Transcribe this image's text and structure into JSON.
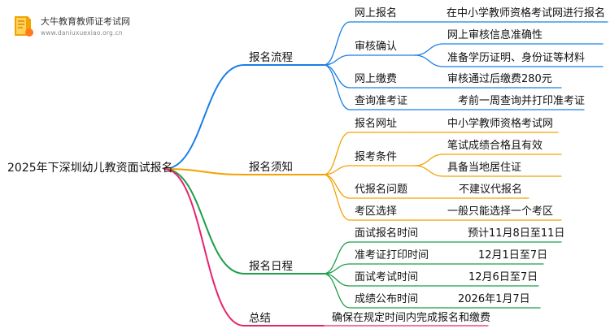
{
  "logo": {
    "name": "大牛教育教师证考试网",
    "url": "www.daniuxuexiao.org.cn"
  },
  "root": "2025年下深圳幼儿教资面试报名",
  "branches": [
    {
      "label": "报名流程",
      "color": "#1a7fe6",
      "children": [
        {
          "label": "网上报名",
          "leaves": [
            "在中小学教师资格考试网进行报名"
          ]
        },
        {
          "label": "审核确认",
          "leaves": [
            "网上审核信息准确性",
            "准备学历证明、身份证等材料"
          ]
        },
        {
          "label": "网上缴费",
          "leaves": [
            "审核通过后缴费280元"
          ]
        },
        {
          "label": "查询准考证",
          "leaves": [
            "考前一周查询并打印准考证"
          ]
        }
      ]
    },
    {
      "label": "报名须知",
      "color": "#f2a300",
      "children": [
        {
          "label": "报名网址",
          "leaves": [
            "中小学教师资格考试网"
          ]
        },
        {
          "label": "报考条件",
          "leaves": [
            "笔试成绩合格且有效",
            "具备当地居住证"
          ]
        },
        {
          "label": "代报名问题",
          "leaves": [
            "不建议代报名"
          ]
        },
        {
          "label": "考区选择",
          "leaves": [
            "一般只能选择一个考区"
          ]
        }
      ]
    },
    {
      "label": "报名日程",
      "color": "#1f9e4a",
      "children": [
        {
          "label": "面试报名时间",
          "leaves": [
            "预计11月8日至11日"
          ]
        },
        {
          "label": "准考证打印时间",
          "leaves": [
            "12月1日至7日"
          ]
        },
        {
          "label": "面试考试时间",
          "leaves": [
            "12月6日至7日"
          ]
        },
        {
          "label": "成绩公布时间",
          "leaves": [
            "2026年1月7日"
          ]
        }
      ]
    },
    {
      "label": "总结",
      "color": "#e6246e",
      "leaves": [
        "确保在规定时间内完成报名和缴费"
      ]
    }
  ]
}
